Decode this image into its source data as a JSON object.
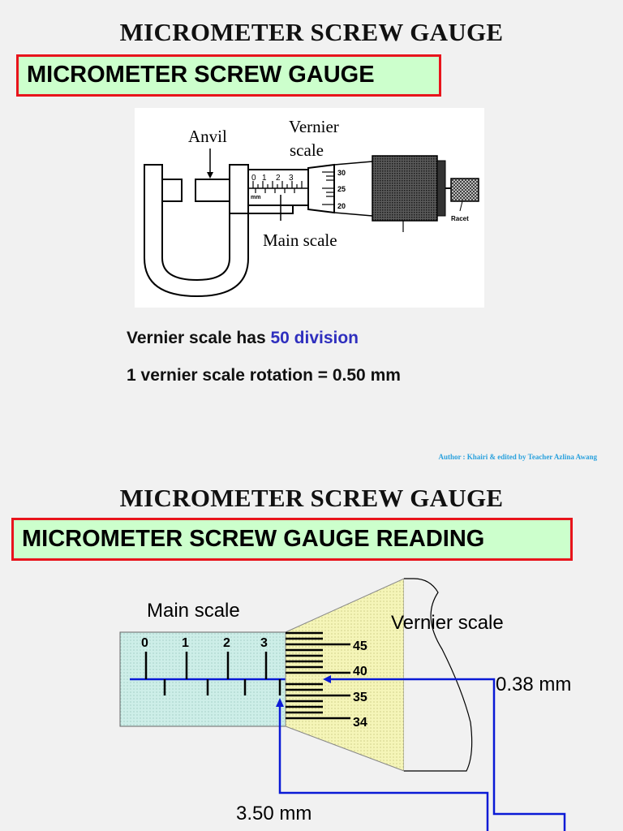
{
  "slide1": {
    "title": "MICROMETER SCREW GAUGE",
    "boxed_heading": "MICROMETER SCREW GAUGE",
    "diagram": {
      "anvil_label": "Anvil",
      "vernier_label_line1": "Vernier",
      "vernier_label_line2": "scale",
      "main_scale_label": "Main scale",
      "ratchet_label": "Racet",
      "main_ticks": [
        "0",
        "1",
        "2",
        "3"
      ],
      "unit_mark": "mm",
      "thimble_ticks": [
        "30",
        "25",
        "20"
      ]
    },
    "line1_prefix": "Vernier scale has ",
    "line1_highlight": "50 division",
    "line2": "1 vernier scale rotation = 0.50 mm",
    "author": "Author : Khairi & edited by Teacher Azlina Awang"
  },
  "slide2": {
    "title": "MICROMETER SCREW GAUGE",
    "boxed_heading": "MICROMETER SCREW GAUGE READING",
    "diagram": {
      "main_scale_label": "Main scale",
      "vernier_scale_label": "Vernier scale",
      "main_numbers": [
        "0",
        "1",
        "2",
        "3"
      ],
      "thimble_numbers": [
        "45",
        "40",
        "35",
        "34"
      ],
      "vernier_reading": "0.38 mm",
      "main_reading": "3.50 mm"
    },
    "colors": {
      "arrow": "#0a1ad6",
      "main_scale_fill": "#cdeee8",
      "thimble_fill": "#f5f5b8",
      "box_fill": "#ccffcc",
      "box_border": "#e8141c",
      "highlight": "#2f2fbe"
    }
  }
}
